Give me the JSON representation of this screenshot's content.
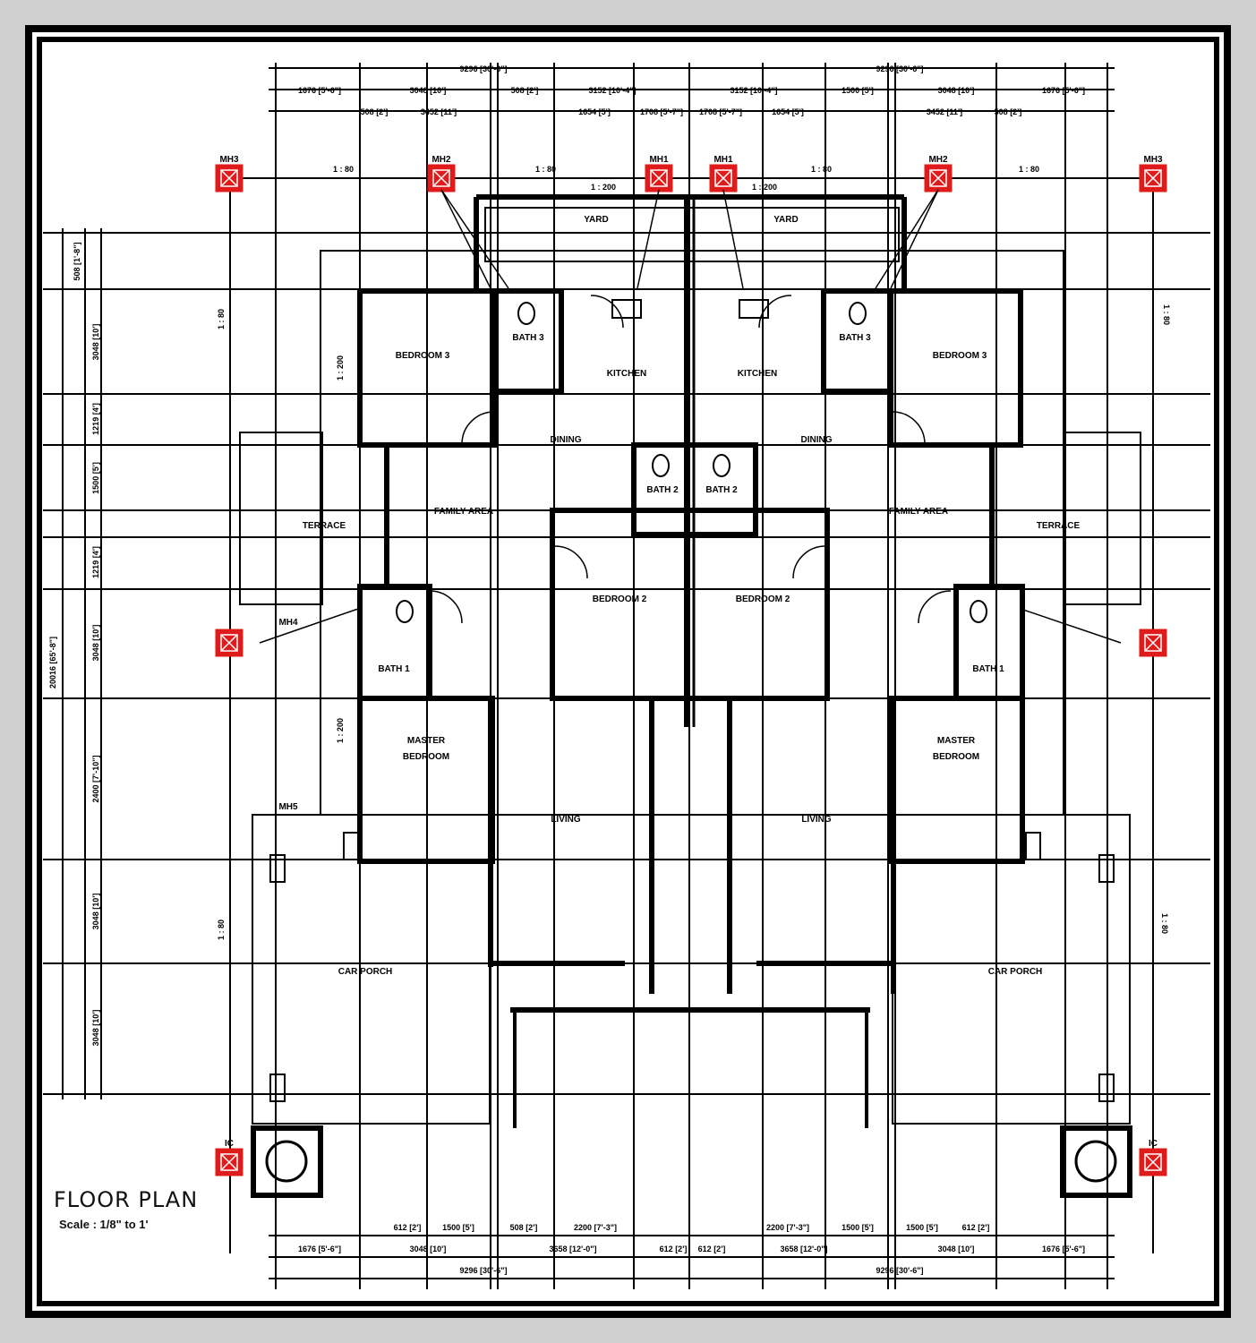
{
  "title": "FLOOR PLAN",
  "scale": "Scale : 1/8\" to 1'",
  "colors": {
    "manhole": "#e01b1b",
    "line": "#000000",
    "frame": "#000000"
  },
  "manholes": [
    "MH3",
    "MH2",
    "MH1",
    "MH1",
    "MH2",
    "MH3",
    "MH4",
    "MH5",
    "IC",
    "IC"
  ],
  "rooms": {
    "yard_l": "YARD",
    "yard_r": "YARD",
    "bed3_l": "BEDROOM 3",
    "bed3_r": "BEDROOM 3",
    "bath3_l": "BATH 3",
    "bath3_r": "BATH 3",
    "kitchen_l": "KITCHEN",
    "kitchen_r": "KITCHEN",
    "dining_l": "DINING",
    "dining_r": "DINING",
    "bath2_l": "BATH 2",
    "bath2_r": "BATH 2",
    "family_l": "FAMILY AREA",
    "family_r": "FAMILY AREA",
    "terrace_l": "TERRACE",
    "terrace_r": "TERRACE",
    "bed2_l": "BEDROOM 2",
    "bed2_r": "BEDROOM 2",
    "bath1_l": "BATH 1",
    "bath1_r": "BATH 1",
    "master_l": "MASTER",
    "master_l2": "BEDROOM",
    "master_r": "MASTER",
    "master_r2": "BEDROOM",
    "living_l": "LIVING",
    "living_r": "LIVING",
    "porch_l": "CAR PORCH",
    "porch_r": "CAR PORCH"
  },
  "slopes": [
    "1 : 80",
    "1 : 80",
    "1 : 200",
    "1 : 200",
    "1 : 80",
    "1 : 80",
    "1 : 80",
    "1 : 80",
    "1 : 80",
    "1 : 80",
    "1 : 200",
    "1 : 200"
  ],
  "dimensions": {
    "top1_l": "9296 [30'-6\"]",
    "top1_r": "9296 [30'-6\"]",
    "top2": [
      "1676 [5'-6\"]",
      "3048 [10']",
      "508 [2']",
      "3152 [10'-4\"]",
      "3152 [10'-4\"]",
      "1500 [5']",
      "3048 [10']",
      "1676 [5'-6\"]"
    ],
    "top3": [
      "508 [2']",
      "3452 [11']",
      "1654 [5']",
      "1708 [5'-7\"]",
      "1708 [5'-7\"]",
      "1654 [5']",
      "3452 [11']",
      "508 [2']"
    ],
    "bot1": [
      "612 [2']",
      "1500 [5']",
      "508 [2']",
      "2200 [7'-3\"]",
      "2200 [7'-3\"]",
      "1500 [5']",
      "1500 [5']",
      "612 [2']"
    ],
    "bot2": [
      "1676 [5'-6\"]",
      "3048 [10']",
      "3658 [12'-0\"]",
      "612 [2']",
      "612 [2']",
      "3658 [12'-0\"]",
      "3048 [10']",
      "1676 [5'-6\"]"
    ],
    "bot3_l": "9296 [30'-6\"]",
    "bot3_r": "9296 [30'-6\"]",
    "left": [
      "508 [1'-8\"]",
      "3048 [10']",
      "1219 [4']",
      "1500 [5']",
      "1219 [4']",
      "3048 [10']",
      "2400 [7'-10\"]",
      "3048 [10']",
      "3048 [10']"
    ],
    "left_total": "20016 [65'-8\"]"
  }
}
